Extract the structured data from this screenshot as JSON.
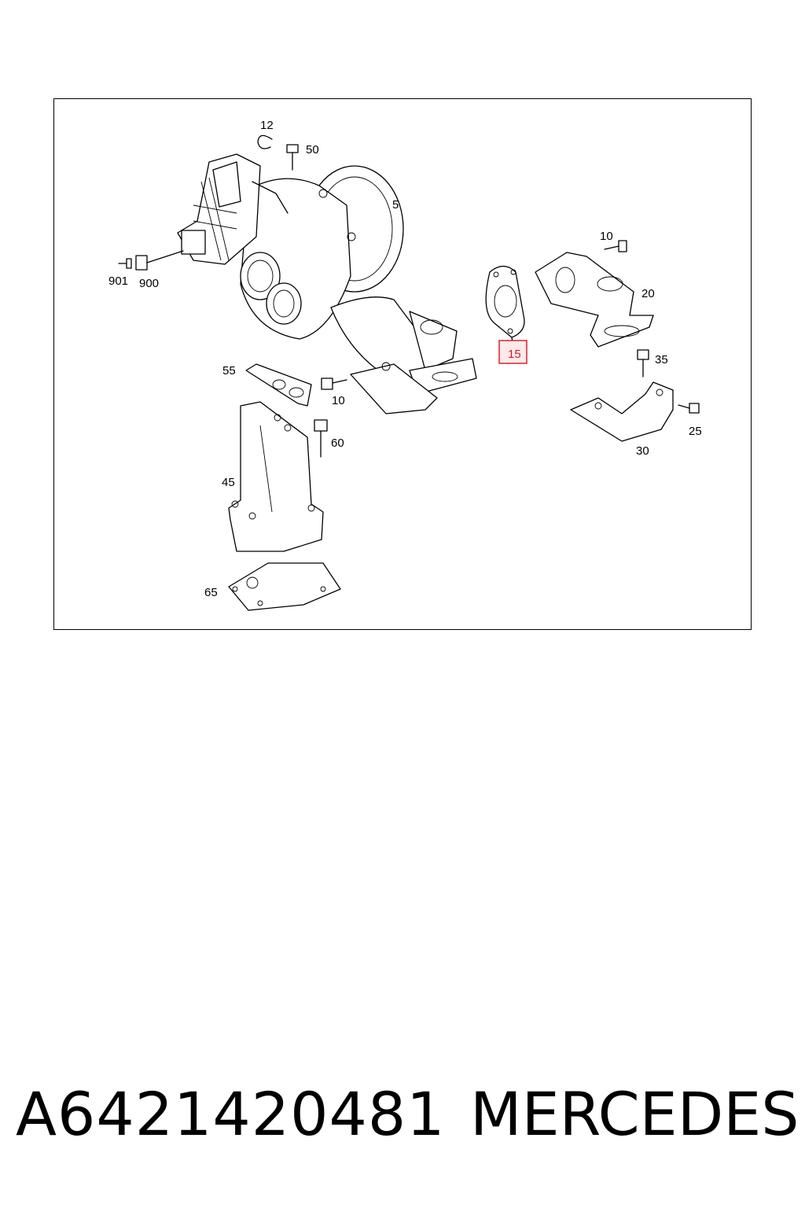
{
  "diagram": {
    "callouts": [
      {
        "id": "c12",
        "label": "12"
      },
      {
        "id": "c50",
        "label": "50"
      },
      {
        "id": "c5",
        "label": "5"
      },
      {
        "id": "c901",
        "label": "901"
      },
      {
        "id": "c900",
        "label": "900"
      },
      {
        "id": "c10a",
        "label": "10"
      },
      {
        "id": "c20",
        "label": "20"
      },
      {
        "id": "c15",
        "label": "15",
        "highlighted": true
      },
      {
        "id": "c35",
        "label": "35"
      },
      {
        "id": "c55",
        "label": "55"
      },
      {
        "id": "c10b",
        "label": "10"
      },
      {
        "id": "c60",
        "label": "60"
      },
      {
        "id": "c25",
        "label": "25"
      },
      {
        "id": "c30",
        "label": "30"
      },
      {
        "id": "c45",
        "label": "45"
      },
      {
        "id": "c65",
        "label": "65"
      }
    ],
    "highlight_color": "#d9232e"
  },
  "footer": {
    "part_number": "A6421420481",
    "brand": "MERCEDES"
  }
}
